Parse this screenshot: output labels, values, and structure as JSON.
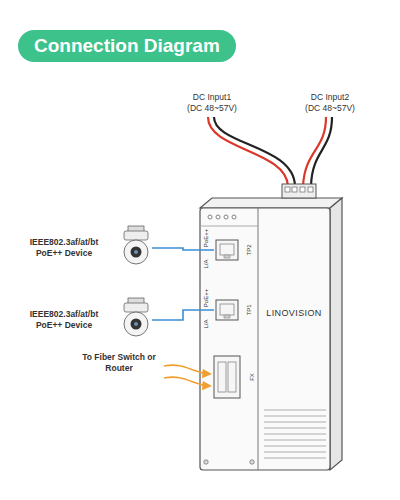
{
  "diagram": {
    "title": "Connection Diagram",
    "nodes": [
      {
        "text": [
          "IEEE802.3af/at/bt PoE++ Device"
        ]
      },
      {
        "text": [
          "IEEE802.3af/at/bt PoE++ Device"
        ]
      },
      {
        "text": [
          "LINOVISION"
        ]
      },
      {
        "text": [
          "TP2"
        ],
        "in": 2
      },
      {
        "text": [
          "TP1"
        ],
        "in": 2
      },
      {
        "text": [
          "FX"
        ],
        "in": 2
      }
    ],
    "edges": [
      {
        "from": 0,
        "to": 3,
        "arrow": "none"
      },
      {
        "from": 1,
        "to": 4,
        "arrow": "none"
      }
    ],
    "labels": [
      "DC Input1",
      "(DC 48~57V)",
      "DC Input2",
      "(DC 48~57V)",
      "PoE++",
      "L/A",
      "PoE++",
      "L/A",
      "To Fiber Switch or Router"
    ]
  }
}
